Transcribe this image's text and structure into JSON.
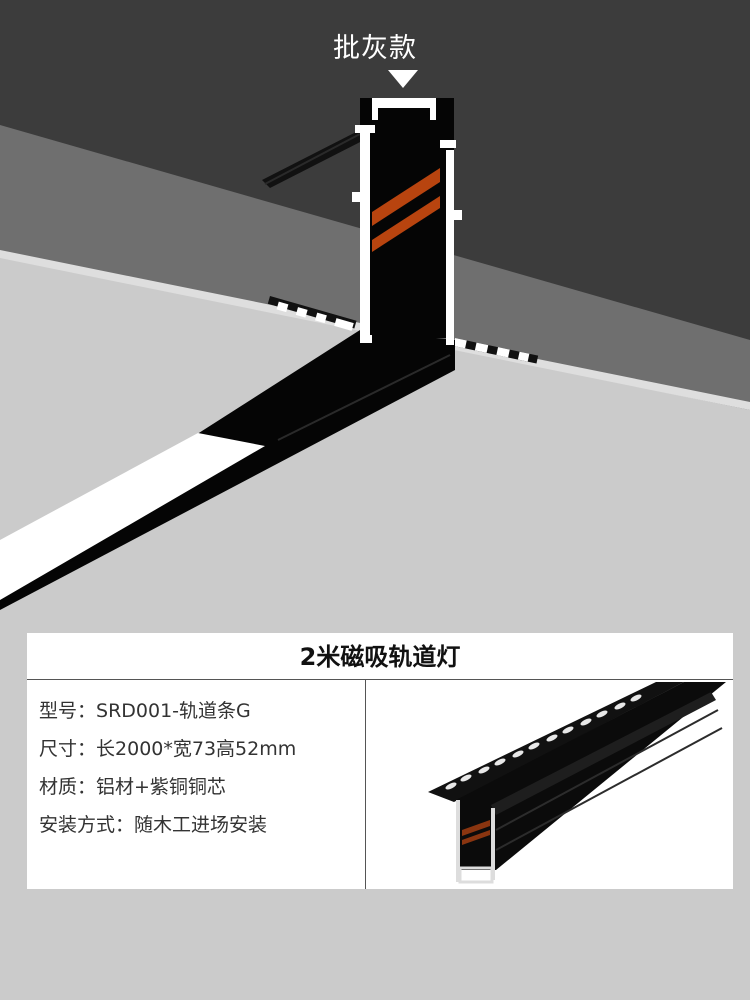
{
  "header": {
    "variant_label": "批灰款",
    "pointer_icon": "triangle-down-icon"
  },
  "scene": {
    "description": "Recessed magnetic track light installed in ceiling, cutaway profile view",
    "colors": {
      "ceiling_dark": "#3b3b3b",
      "wall_band": "#6f6f6f",
      "ceiling_face": "#cbcbcb",
      "track_body": "#050505",
      "profile_edge": "#ffffff",
      "copper_strip": "#b8440f",
      "light_diffuser": "#ffffff"
    }
  },
  "spec_card": {
    "title": "2米磁吸轨道灯",
    "rows": [
      {
        "label": "型号：",
        "value": "SRD001-轨道条G"
      },
      {
        "label": "尺寸：",
        "value": "长2000*宽73高52mm"
      },
      {
        "label": "材质：",
        "value": "铝材+紫铜铜芯"
      },
      {
        "label": "安装方式：",
        "value": "随木工进场安装"
      }
    ],
    "image_alt": "track-profile-product-image"
  }
}
